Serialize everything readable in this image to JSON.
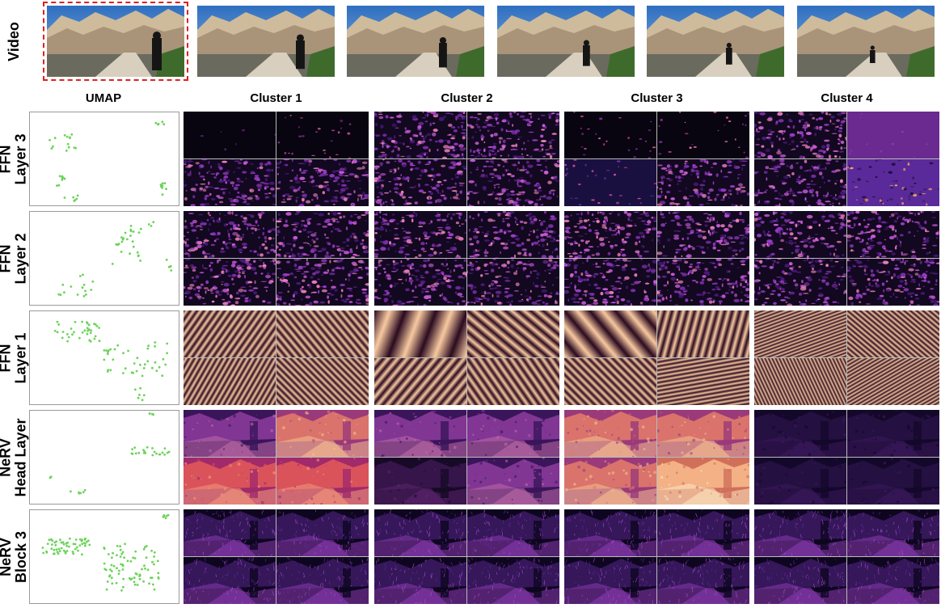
{
  "labels": {
    "video": "Video",
    "umap": "UMAP",
    "clusters": [
      "Cluster 1",
      "Cluster 2",
      "Cluster 3",
      "Cluster 4"
    ]
  },
  "rows": [
    {
      "line1": "FFN",
      "line2": "Layer 3",
      "kind": "noise",
      "tiles": [
        [
          "dark",
          "darkspeck",
          "noise",
          "noise"
        ],
        [
          "noise",
          "noise",
          "noise",
          "noise"
        ],
        [
          "darkspeck",
          "darkspeck",
          "speckblue",
          "noise"
        ],
        [
          "noise",
          "flatpurple",
          "noise",
          "bluespots"
        ]
      ]
    },
    {
      "line1": "FFN",
      "line2": "Layer 2",
      "kind": "noise",
      "tiles": [
        [
          "noise",
          "noise",
          "noise",
          "noise"
        ],
        [
          "noise",
          "noise",
          "noise",
          "noise"
        ],
        [
          "noise",
          "noise",
          "noise",
          "noise"
        ],
        [
          "noise",
          "noise",
          "noise",
          "noise"
        ]
      ]
    },
    {
      "line1": "FFN",
      "line2": "Layer 1",
      "kind": "stripes",
      "tiles": [
        [
          "s:35:7",
          "s:-40:7",
          "s:30:6",
          "s:-45:6"
        ],
        [
          "s:20:36",
          "s:-50:10",
          "s:40:9",
          "s:-35:8"
        ],
        [
          "s:-40:24",
          "s:15:9",
          "s:-45:7",
          "s:80:5"
        ],
        [
          "s:70:4",
          "s:-50:5",
          "s:-25:4",
          "s:60:4"
        ]
      ]
    },
    {
      "line1": "NeRV",
      "line2": "Head Layer",
      "kind": "scene",
      "tiles": [
        [
          "mid",
          "bright",
          "hot",
          "hot"
        ],
        [
          "mid",
          "mid",
          "dark",
          "mid"
        ],
        [
          "bright",
          "bright",
          "bright",
          "vbright"
        ],
        [
          "dim",
          "dim",
          "dim",
          "dim"
        ]
      ]
    },
    {
      "line1": "NeRV",
      "line2": "Block 3",
      "kind": "scene",
      "tiles": [
        [
          "edgy",
          "edgy",
          "edgy",
          "edgy"
        ],
        [
          "edgy",
          "edgy",
          "edgy",
          "edgy"
        ],
        [
          "edgy",
          "edgy",
          "edgy",
          "edgy"
        ],
        [
          "edgy",
          "edgy",
          "edgy",
          "edgy"
        ]
      ]
    }
  ],
  "colors": {
    "selection": "#e02020",
    "umap_points": "#6cd35a",
    "stripe_light": "#f8c9a0",
    "stripe_dark": "#2a0a1f"
  }
}
